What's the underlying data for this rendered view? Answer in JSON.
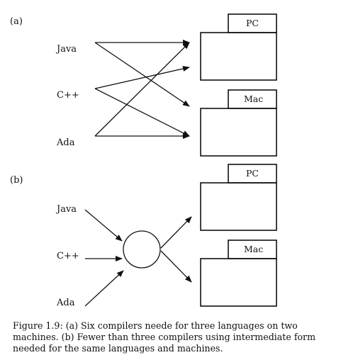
{
  "panel_a": {
    "tag": "(a)",
    "languages": [
      "Java",
      "C++",
      "Ada"
    ],
    "machines": [
      "PC",
      "Mac"
    ]
  },
  "panel_b": {
    "tag": "(b)",
    "languages": [
      "Java",
      "C++",
      "Ada"
    ],
    "machines": [
      "PC",
      "Mac"
    ]
  },
  "caption": "Figure 1.9: (a) Six compilers neede for three languages on two machines. (b) Fewer than three compilers using intermediate form needed for the same languages and machines."
}
